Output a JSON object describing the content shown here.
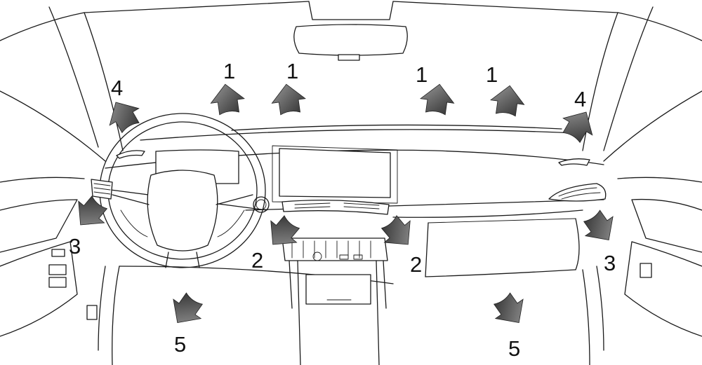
{
  "colors": {
    "line": "#1a1a1a",
    "arrow_dark": "#3a3a3a",
    "arrow_light": "#8a8a8a",
    "background": "#ffffff"
  },
  "labels": {
    "windshield_vents": [
      "1",
      "1",
      "1",
      "1"
    ],
    "center_vents": [
      "2",
      "2"
    ],
    "side_vents": [
      "3",
      "3"
    ],
    "side_window_vents": [
      "4",
      "4"
    ],
    "footwell_vents": [
      "5",
      "5"
    ]
  }
}
